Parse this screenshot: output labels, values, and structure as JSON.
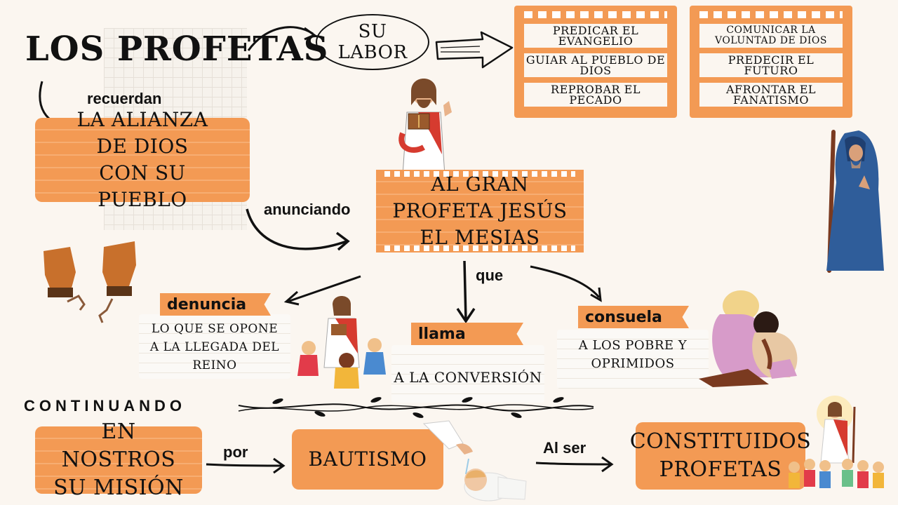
{
  "title": "LOS PROFETAS",
  "su_labor": "SU LABOR",
  "labor_left": [
    "PREDICAR EL EVANGELIO",
    "GUIAR AL PUEBLO DE DIOS",
    "REPROBAR EL PECADO"
  ],
  "labor_right": [
    "COMUNICAR LA VOLUNTAD DE DIOS",
    "PREDECIR EL FUTURO",
    "AFRONTAR EL FANATISMO"
  ],
  "recuerdan": "recuerdan",
  "alianza": "LA ALIANZA DE DIOS CON SU PUEBLO",
  "anunciando": "anunciando",
  "gran_profeta": "AL GRAN PROFETA JESÚS EL MESIAS",
  "que": "que",
  "denuncia": {
    "tag": "denuncia",
    "text": "LO QUE SE OPONE A LA LLEGADA DEL REINO"
  },
  "llama": {
    "tag": "llama",
    "text": "A LA CONVERSIÓN"
  },
  "consuela": {
    "tag": "consuela",
    "text": "A LOS POBRE Y OPRIMIDOS"
  },
  "continuando": "CONTINUANDO",
  "nostros": "EN NOSTROS SU MISIÓN",
  "por": "por",
  "bautismo": "BAUTISMO",
  "al_ser": "Al ser",
  "constituidos": "CONSTITUIDOS PROFETAS",
  "colors": {
    "orange": "#f39a54",
    "background": "#fbf6f0",
    "ink": "#111111"
  }
}
